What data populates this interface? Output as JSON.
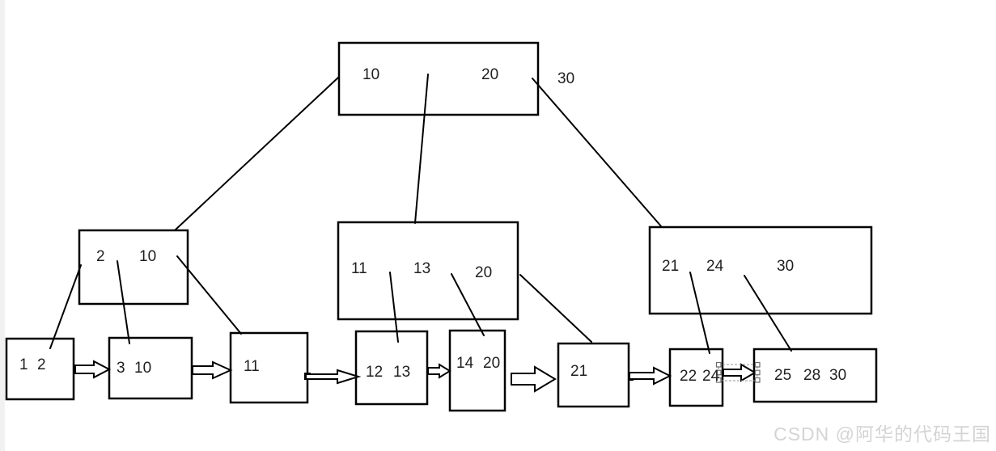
{
  "tree": {
    "root": {
      "keys": [
        "10",
        "20"
      ]
    },
    "root_side_label": "30",
    "internal": [
      {
        "keys": [
          "2",
          "10"
        ]
      },
      {
        "keys": [
          "11",
          "13",
          "20"
        ]
      },
      {
        "keys": [
          "21",
          "24",
          "30"
        ]
      }
    ],
    "leaves": [
      {
        "keys": [
          "1",
          "2"
        ]
      },
      {
        "keys": [
          "3",
          "10"
        ]
      },
      {
        "keys": [
          "11"
        ]
      },
      {
        "keys": [
          "12",
          "13"
        ]
      },
      {
        "keys": [
          "14",
          "20"
        ]
      },
      {
        "keys": [
          "21"
        ]
      },
      {
        "keys": [
          "22",
          "24"
        ]
      },
      {
        "keys": [
          "25",
          "28",
          "30"
        ]
      }
    ],
    "edges": {
      "root_to_internal": [
        0,
        1,
        2
      ],
      "internal_to_leaves": [
        [
          0,
          1
        ],
        [
          2
        ],
        [
          3,
          4
        ],
        [
          5
        ],
        [
          6,
          7
        ]
      ],
      "leaf_chain_arrows": 7
    }
  },
  "selection": {
    "selected_element": "arrow-leaf7-to-leaf8"
  },
  "watermark": {
    "text": "CSDN @阿华的代码王国"
  },
  "colors": {
    "shape_stroke": "#000000",
    "canvas_background": "#ffffff",
    "text": "#1f1f1f",
    "watermark": "#d4d4d4",
    "selection_dash": "#979797",
    "selection_handle_stroke": "#6b6b6b",
    "left_strip": "#f1f1f1"
  }
}
